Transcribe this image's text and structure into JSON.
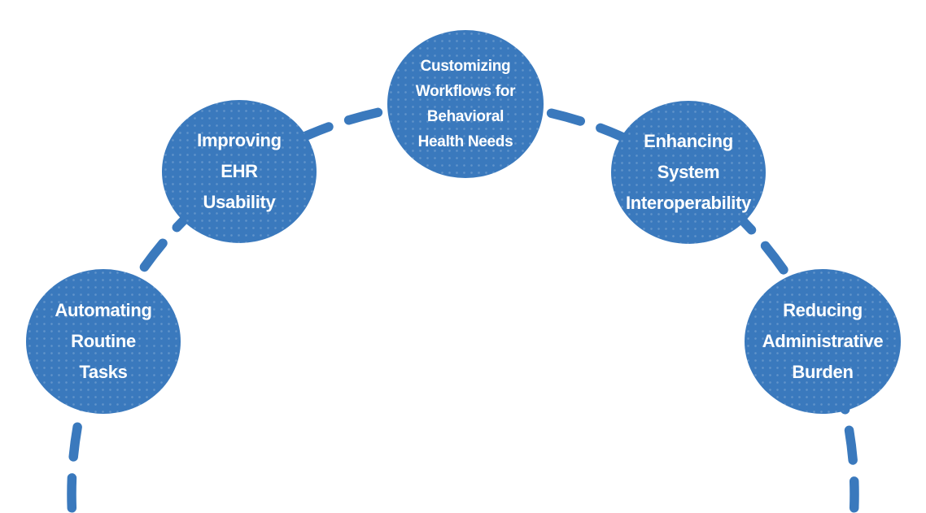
{
  "diagram": {
    "title": "",
    "accent_color": "#3a79bd",
    "background_color": "#ffffff",
    "text_color": "#ffffff",
    "connector_style": "dashed-arc",
    "nodes": [
      {
        "id": "automating-routine-tasks",
        "label": "Automating Routine Tasks",
        "lines": [
          "Automating",
          "Routine",
          "Tasks"
        ]
      },
      {
        "id": "improving-ehr-usability",
        "label": "Improving EHR Usability",
        "lines": [
          "Improving",
          "EHR",
          "Usability"
        ]
      },
      {
        "id": "customizing-workflows-behavioral-health",
        "label": "Customizing Workflows for Behavioral Health Needs",
        "lines": [
          "Customizing",
          "Workflows for",
          "Behavioral",
          "Health Needs"
        ]
      },
      {
        "id": "enhancing-system-interoperability",
        "label": "Enhancing System Interoperability",
        "lines": [
          "Enhancing",
          "System",
          "Interoperability"
        ]
      },
      {
        "id": "reducing-administrative-burden",
        "label": "Reducing Administrative Burden",
        "lines": [
          "Reducing",
          "Administrative",
          "Burden"
        ]
      }
    ]
  }
}
